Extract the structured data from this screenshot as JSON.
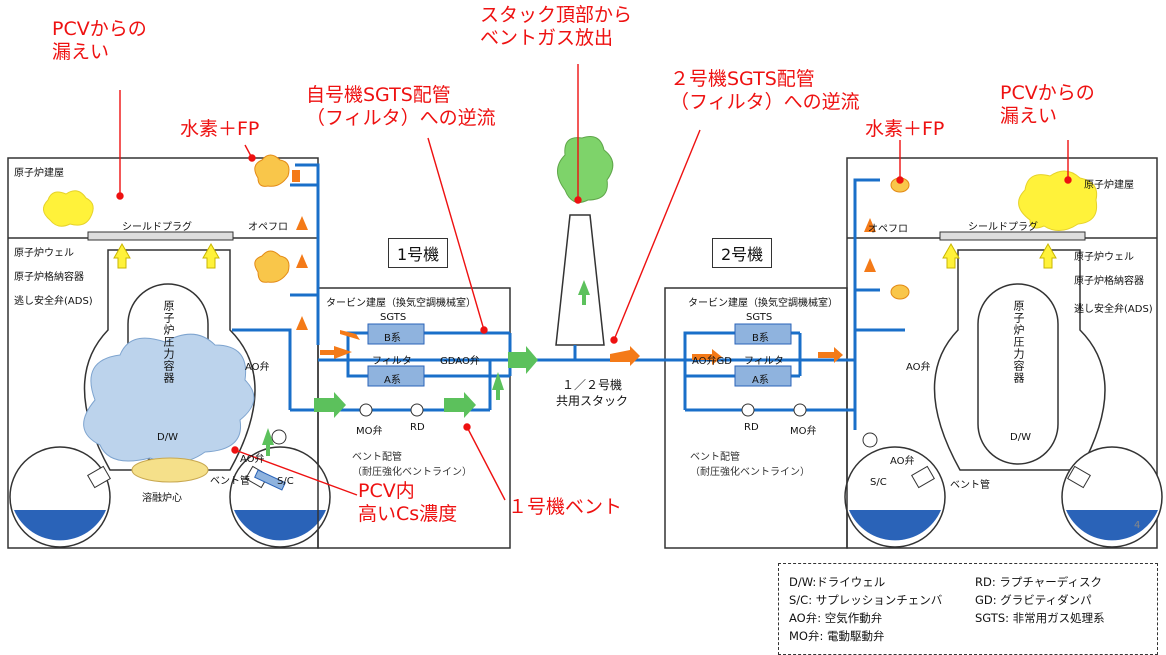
{
  "annotations": {
    "pcv_leak_left": "PCVからの\n漏えい",
    "h2_fp_left": "水素＋FP",
    "own_sgts_backflow": "自号機SGTS配管\n（フィルタ）への逆流",
    "stack_top_release": "スタック頂部から\nベントガス放出",
    "unit2_sgts_backflow": "２号機SGTS配管\n（フィルタ）への逆流",
    "h2_fp_right": "水素＋FP",
    "pcv_leak_right": "PCVからの\n漏えい",
    "pcv_high_cs": "PCV内\n高いCs濃度",
    "unit1_vent": "１号機ベント"
  },
  "unit1": {
    "title": "1号機",
    "reactor_building": "原子炉建屋",
    "shield_plug": "シールドプラグ",
    "blowout": "オペフロ",
    "reactor_well": "原子炉ウェル",
    "pcv": "原子炉格納容器",
    "ads": "逃し安全弁(ADS)",
    "rpv": "原子炉圧力容器",
    "dw": "D/W",
    "molten_core": "溶融炉心",
    "vent_pipe": "ベント管",
    "sc": "S/C",
    "ao_valve": "AO弁",
    "ao_valve2": "AO弁",
    "turbine_building": "タービン建屋（換気空調機械室）",
    "sgts": "SGTS",
    "b_train": "B系",
    "a_train": "A系",
    "filter": "フィルタ",
    "gd_ao": "GDAO弁",
    "mo_valve": "MO弁",
    "rd": "RD",
    "vent_line": "ベント配管\n（耐圧強化ベントライン）"
  },
  "stack": {
    "label": "１／２号機\n共用スタック"
  },
  "unit2": {
    "title": "2号機",
    "reactor_building": "原子炉建屋",
    "shield_plug": "シールドプラグ",
    "blowout": "オペフロ",
    "reactor_well": "原子炉ウェル",
    "pcv": "原子炉格納容器",
    "ads": "逃し安全弁(ADS)",
    "rpv": "原子炉圧力容器",
    "dw": "D/W",
    "vent_pipe": "ベント管",
    "sc": "S/C",
    "ao_valve": "AO弁",
    "ao_valve2": "AO弁",
    "turbine_building": "タービン建屋（換気空調機械室）",
    "sgts": "SGTS",
    "b_train": "B系",
    "a_train": "A系",
    "filter": "フィルタ",
    "ao_gd": "AO弁GD",
    "mo_valve": "MO弁",
    "rd": "RD",
    "vent_line": "ベント配管\n（耐圧強化ベントライン）",
    "page_num": "4"
  },
  "legend": {
    "dw": "D/W:ドライウェル",
    "sc": "S/C: サプレッションチェンバ",
    "ao": "AO弁: 空気作動弁",
    "mo": "MO弁: 電動駆動弁",
    "rd": "RD: ラプチャーディスク",
    "gd": "GD: グラビティダンパ",
    "sgts": "SGTS: 非常用ガス処理系"
  },
  "colors": {
    "pipe": "#1a6fc9",
    "red": "#ee1111",
    "water": "#2a63b8",
    "cloud": "#bcd3ec",
    "green_arrow": "#5cc15c",
    "orange_arrow": "#f47a18",
    "box_blue": "#8fb3de",
    "smoke_green": "#7ed36a",
    "smoke_yellow": "#fff23a"
  }
}
